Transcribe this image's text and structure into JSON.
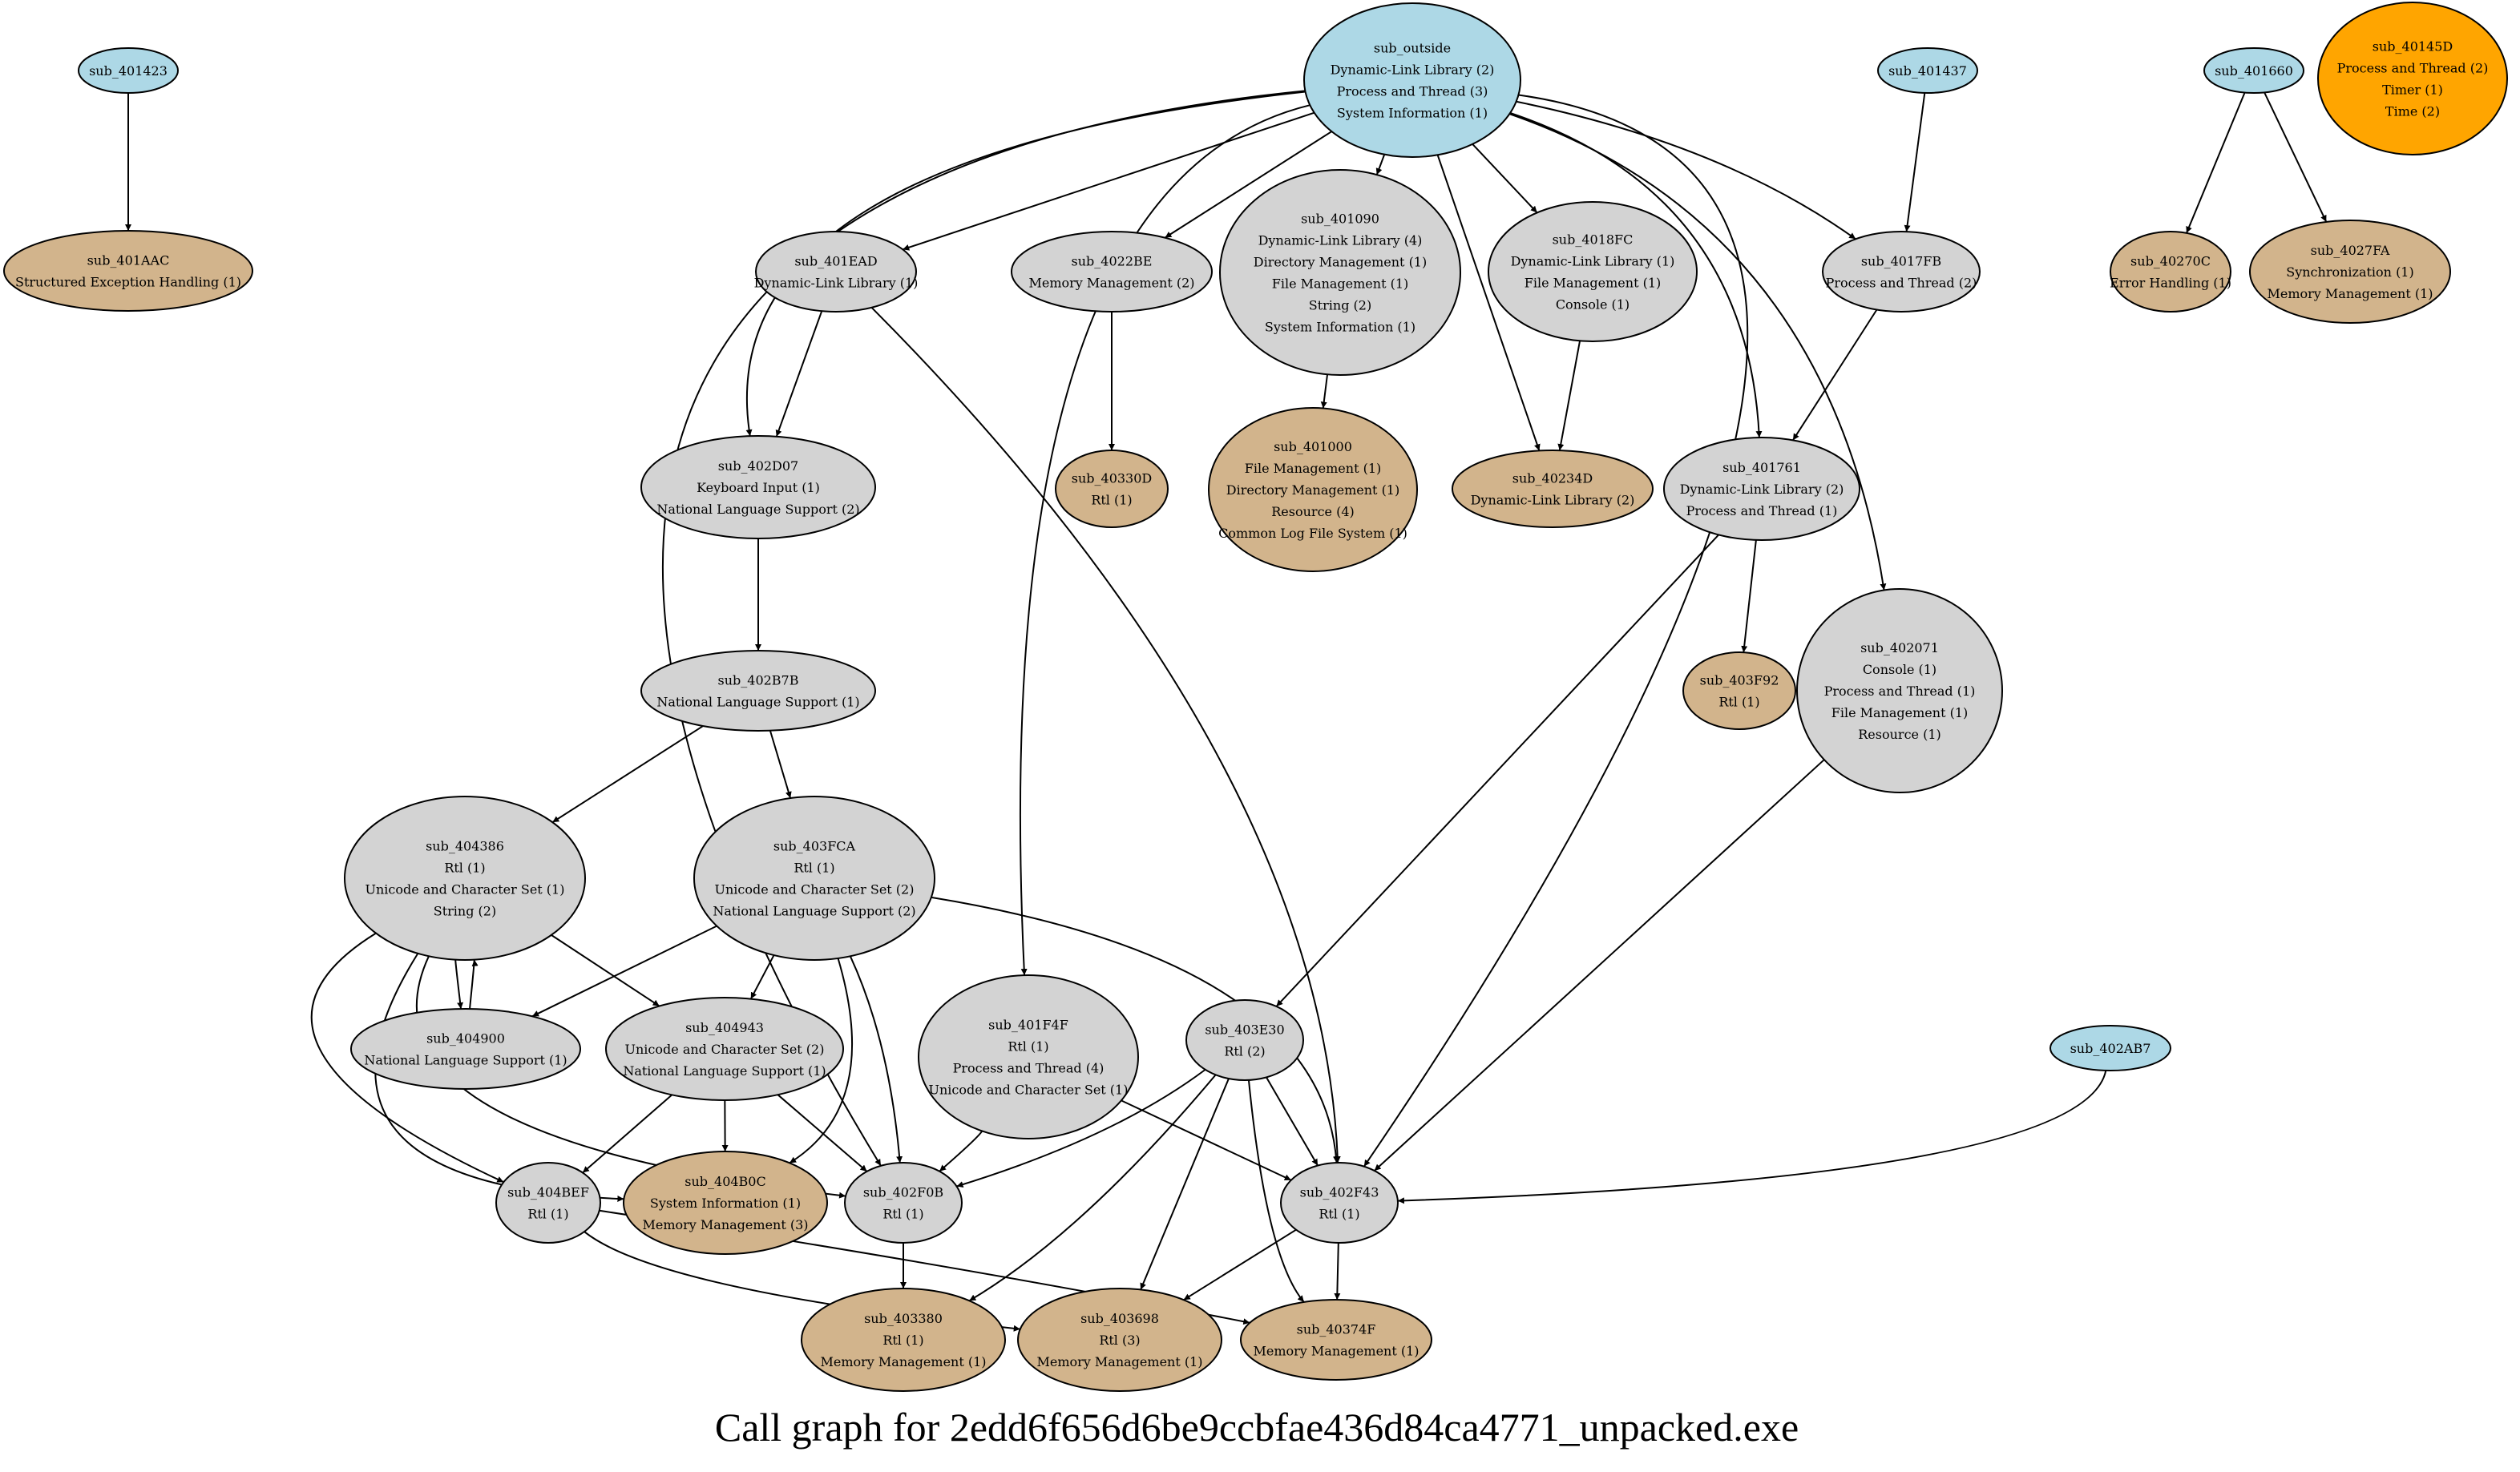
{
  "caption": "Call graph for 2edd6f656d6be9ccbfae436d84ca4771_unpacked.exe",
  "colors": {
    "entry": "#add8e6",
    "internal": "#d3d3d3",
    "leaf": "#d2b48c",
    "isolated": "#ffa500",
    "edge": "#000000"
  },
  "nodes": [
    {
      "id": "sub_outside",
      "kind": "entry",
      "lines": [
        "sub_outside",
        "Dynamic-Link Library (2)",
        "Process and Thread (3)",
        "System Information (1)"
      ]
    },
    {
      "id": "sub_401423",
      "kind": "entry",
      "lines": [
        "sub_401423"
      ]
    },
    {
      "id": "sub_401437",
      "kind": "entry",
      "lines": [
        "sub_401437"
      ]
    },
    {
      "id": "sub_401660",
      "kind": "entry",
      "lines": [
        "sub_401660"
      ]
    },
    {
      "id": "sub_40145D",
      "kind": "isolated",
      "lines": [
        "sub_40145D",
        "Process and Thread (2)",
        "Timer (1)",
        "Time (2)"
      ]
    },
    {
      "id": "sub_401AAC",
      "kind": "leaf",
      "lines": [
        "sub_401AAC",
        "Structured Exception Handling (1)"
      ]
    },
    {
      "id": "sub_401EAD",
      "kind": "internal",
      "lines": [
        "sub_401EAD",
        "Dynamic-Link Library (1)"
      ]
    },
    {
      "id": "sub_4022BE",
      "kind": "internal",
      "lines": [
        "sub_4022BE",
        "Memory Management (2)"
      ]
    },
    {
      "id": "sub_401090",
      "kind": "internal",
      "lines": [
        "sub_401090",
        "Dynamic-Link Library (4)",
        "Directory Management (1)",
        "File Management (1)",
        "String (2)",
        "System Information (1)"
      ]
    },
    {
      "id": "sub_4018FC",
      "kind": "internal",
      "lines": [
        "sub_4018FC",
        "Dynamic-Link Library (1)",
        "File Management (1)",
        "Console (1)"
      ]
    },
    {
      "id": "sub_4017FB",
      "kind": "internal",
      "lines": [
        "sub_4017FB",
        "Process and Thread (2)"
      ]
    },
    {
      "id": "sub_40270C",
      "kind": "leaf",
      "lines": [
        "sub_40270C",
        "Error Handling (1)"
      ]
    },
    {
      "id": "sub_4027FA",
      "kind": "leaf",
      "lines": [
        "sub_4027FA",
        "Synchronization (1)",
        "Memory Management (1)"
      ]
    },
    {
      "id": "sub_402D07",
      "kind": "internal",
      "lines": [
        "sub_402D07",
        "Keyboard Input (1)",
        "National Language Support (2)"
      ]
    },
    {
      "id": "sub_40330D",
      "kind": "leaf",
      "lines": [
        "sub_40330D",
        "Rtl (1)"
      ]
    },
    {
      "id": "sub_401000",
      "kind": "leaf",
      "lines": [
        "sub_401000",
        "File Management (1)",
        "Directory Management (1)",
        "Resource (4)",
        "Common Log File System (1)"
      ]
    },
    {
      "id": "sub_40234D",
      "kind": "leaf",
      "lines": [
        "sub_40234D",
        "Dynamic-Link Library (2)"
      ]
    },
    {
      "id": "sub_401761",
      "kind": "internal",
      "lines": [
        "sub_401761",
        "Dynamic-Link Library (2)",
        "Process and Thread (1)"
      ]
    },
    {
      "id": "sub_402B7B",
      "kind": "internal",
      "lines": [
        "sub_402B7B",
        "National Language Support (1)"
      ]
    },
    {
      "id": "sub_403F92",
      "kind": "leaf",
      "lines": [
        "sub_403F92",
        "Rtl (1)"
      ]
    },
    {
      "id": "sub_402071",
      "kind": "internal",
      "lines": [
        "sub_402071",
        "Console (1)",
        "Process and Thread (1)",
        "File Management (1)",
        "Resource (1)"
      ]
    },
    {
      "id": "sub_404386",
      "kind": "internal",
      "lines": [
        "sub_404386",
        "Rtl (1)",
        "Unicode and Character Set (1)",
        "String (2)"
      ]
    },
    {
      "id": "sub_403FCA",
      "kind": "internal",
      "lines": [
        "sub_403FCA",
        "Rtl (1)",
        "Unicode and Character Set (2)",
        "National Language Support (2)"
      ]
    },
    {
      "id": "sub_401F4F",
      "kind": "internal",
      "lines": [
        "sub_401F4F",
        "Rtl (1)",
        "Process and Thread (4)",
        "Unicode and Character Set (1)"
      ]
    },
    {
      "id": "sub_403E30",
      "kind": "internal",
      "lines": [
        "sub_403E30",
        "Rtl (2)"
      ]
    },
    {
      "id": "sub_402AB7",
      "kind": "entry",
      "lines": [
        "sub_402AB7"
      ]
    },
    {
      "id": "sub_404900",
      "kind": "internal",
      "lines": [
        "sub_404900",
        "National Language Support (1)"
      ]
    },
    {
      "id": "sub_404943",
      "kind": "internal",
      "lines": [
        "sub_404943",
        "Unicode and Character Set (2)",
        "National Language Support (1)"
      ]
    },
    {
      "id": "sub_404BEF",
      "kind": "internal",
      "lines": [
        "sub_404BEF",
        "Rtl (1)"
      ]
    },
    {
      "id": "sub_404B0C",
      "kind": "leaf",
      "lines": [
        "sub_404B0C",
        "System Information (1)",
        "Memory Management (3)"
      ]
    },
    {
      "id": "sub_402F0B",
      "kind": "internal",
      "lines": [
        "sub_402F0B",
        "Rtl (1)"
      ]
    },
    {
      "id": "sub_402F43",
      "kind": "internal",
      "lines": [
        "sub_402F43",
        "Rtl (1)"
      ]
    },
    {
      "id": "sub_403380",
      "kind": "leaf",
      "lines": [
        "sub_403380",
        "Rtl (1)",
        "Memory Management (1)"
      ]
    },
    {
      "id": "sub_403698",
      "kind": "leaf",
      "lines": [
        "sub_403698",
        "Rtl (3)",
        "Memory Management (1)"
      ]
    },
    {
      "id": "sub_40374F",
      "kind": "leaf",
      "lines": [
        "sub_40374F",
        "Memory Management (1)"
      ]
    }
  ],
  "edges": [
    [
      "sub_401423",
      "sub_401AAC"
    ],
    [
      "sub_outside",
      "sub_401EAD"
    ],
    [
      "sub_outside",
      "sub_4022BE"
    ],
    [
      "sub_outside",
      "sub_401090"
    ],
    [
      "sub_outside",
      "sub_4018FC"
    ],
    [
      "sub_outside",
      "sub_4017FB"
    ],
    [
      "sub_outside",
      "sub_402D07"
    ],
    [
      "sub_outside",
      "sub_40234D"
    ],
    [
      "sub_outside",
      "sub_401761"
    ],
    [
      "sub_outside",
      "sub_402071"
    ],
    [
      "sub_outside",
      "sub_401F4F"
    ],
    [
      "sub_outside",
      "sub_402F0B"
    ],
    [
      "sub_outside",
      "sub_402F43"
    ],
    [
      "sub_401437",
      "sub_4017FB"
    ],
    [
      "sub_401660",
      "sub_40270C"
    ],
    [
      "sub_401660",
      "sub_4027FA"
    ],
    [
      "sub_401EAD",
      "sub_402D07"
    ],
    [
      "sub_401EAD",
      "sub_402F43"
    ],
    [
      "sub_4022BE",
      "sub_40330D"
    ],
    [
      "sub_401090",
      "sub_401000"
    ],
    [
      "sub_4018FC",
      "sub_40234D"
    ],
    [
      "sub_4017FB",
      "sub_401761"
    ],
    [
      "sub_401761",
      "sub_403F92"
    ],
    [
      "sub_401761",
      "sub_403E30"
    ],
    [
      "sub_402071",
      "sub_402F43"
    ],
    [
      "sub_402D07",
      "sub_402B7B"
    ],
    [
      "sub_402B7B",
      "sub_404386"
    ],
    [
      "sub_402B7B",
      "sub_403FCA"
    ],
    [
      "sub_404386",
      "sub_404900"
    ],
    [
      "sub_404900",
      "sub_404386"
    ],
    [
      "sub_404386",
      "sub_404943"
    ],
    [
      "sub_404386",
      "sub_404BEF"
    ],
    [
      "sub_404386",
      "sub_404B0C"
    ],
    [
      "sub_404386",
      "sub_402F0B"
    ],
    [
      "sub_403FCA",
      "sub_404900"
    ],
    [
      "sub_403FCA",
      "sub_404943"
    ],
    [
      "sub_403FCA",
      "sub_404B0C"
    ],
    [
      "sub_403FCA",
      "sub_402F0B"
    ],
    [
      "sub_403FCA",
      "sub_402F43"
    ],
    [
      "sub_404943",
      "sub_404BEF"
    ],
    [
      "sub_404943",
      "sub_404B0C"
    ],
    [
      "sub_404943",
      "sub_402F0B"
    ],
    [
      "sub_401F4F",
      "sub_402F0B"
    ],
    [
      "sub_401F4F",
      "sub_402F43"
    ],
    [
      "sub_403E30",
      "sub_402F0B"
    ],
    [
      "sub_403E30",
      "sub_402F43"
    ],
    [
      "sub_403E30",
      "sub_403380"
    ],
    [
      "sub_403E30",
      "sub_403698"
    ],
    [
      "sub_403E30",
      "sub_40374F"
    ],
    [
      "sub_402AB7",
      "sub_402F43"
    ],
    [
      "sub_402F0B",
      "sub_403380"
    ],
    [
      "sub_404BEF",
      "sub_403698"
    ],
    [
      "sub_404BEF",
      "sub_40374F"
    ],
    [
      "sub_402F43",
      "sub_403698"
    ],
    [
      "sub_402F43",
      "sub_40374F"
    ]
  ]
}
